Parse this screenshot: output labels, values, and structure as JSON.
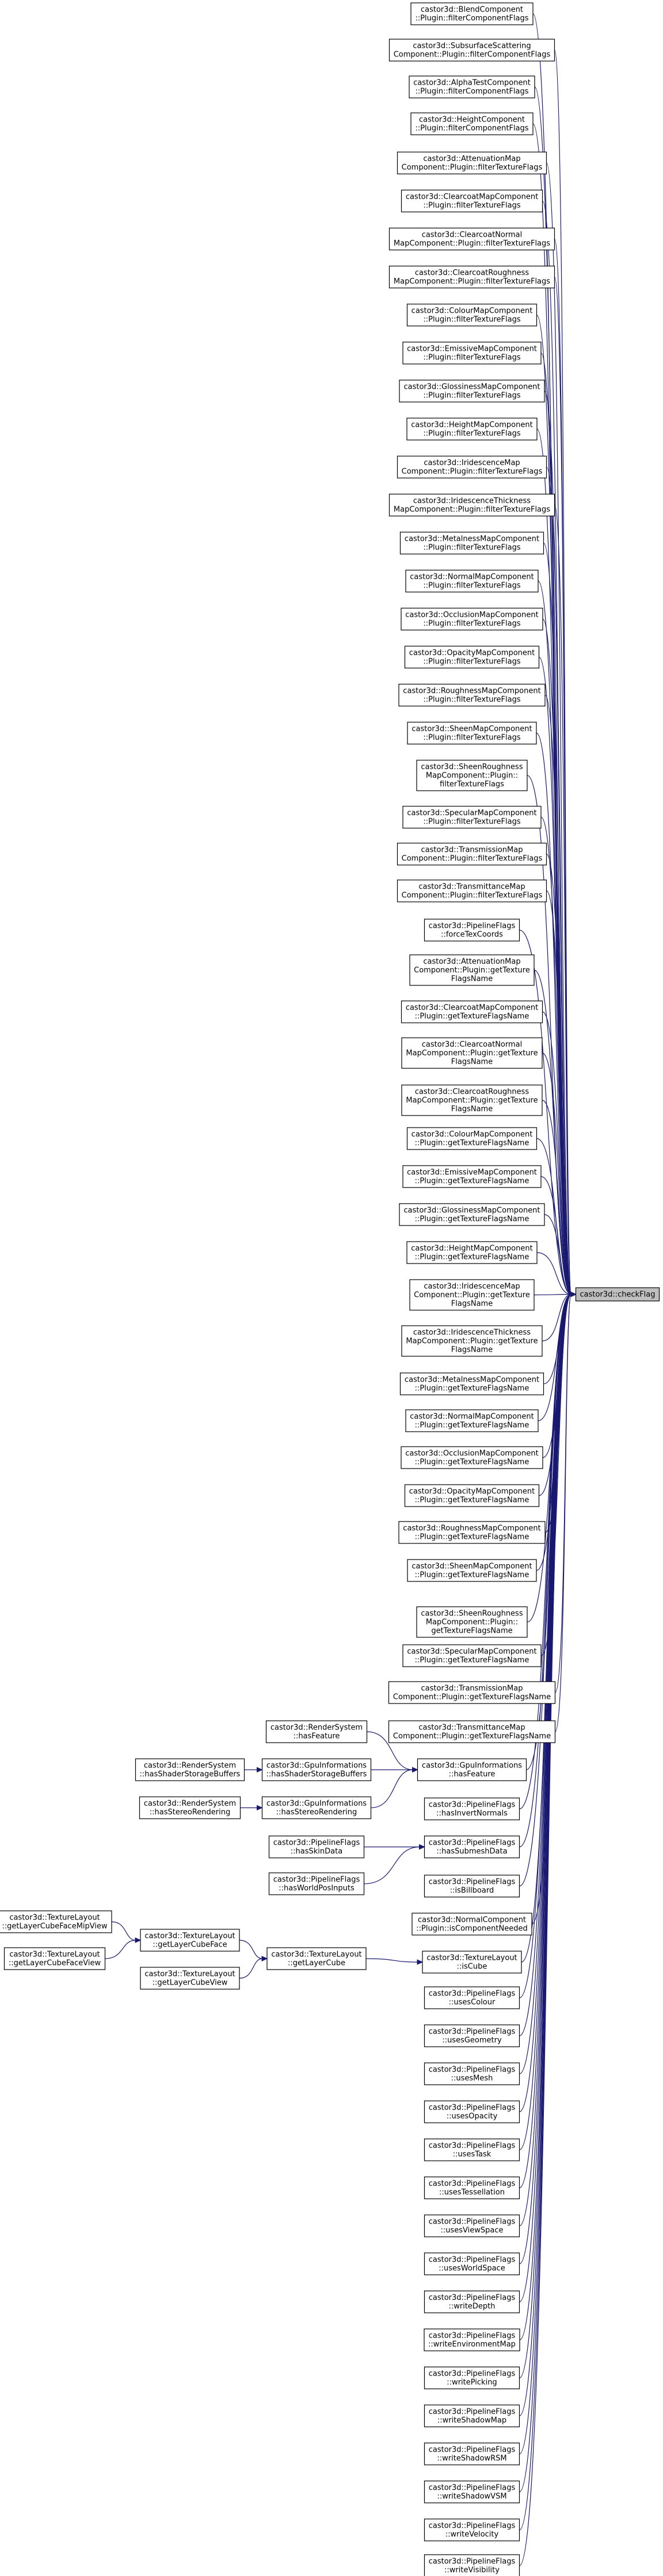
{
  "target": {
    "id": "checkFlag",
    "lines": [
      "castor3d::checkFlag"
    ]
  },
  "nodes": [
    {
      "id": "n01",
      "lines": [
        "castor3d::BlendComponent",
        "::Plugin::filterComponentFlags"
      ]
    },
    {
      "id": "n02",
      "lines": [
        "castor3d::SubsurfaceScattering",
        "Component::Plugin::filterComponentFlags"
      ]
    },
    {
      "id": "n03",
      "lines": [
        "castor3d::AlphaTestComponent",
        "::Plugin::filterComponentFlags"
      ]
    },
    {
      "id": "n04",
      "lines": [
        "castor3d::HeightComponent",
        "::Plugin::filterComponentFlags"
      ]
    },
    {
      "id": "n05",
      "lines": [
        "castor3d::AttenuationMap",
        "Component::Plugin::filterTextureFlags"
      ]
    },
    {
      "id": "n06",
      "lines": [
        "castor3d::ClearcoatMapComponent",
        "::Plugin::filterTextureFlags"
      ]
    },
    {
      "id": "n07",
      "lines": [
        "castor3d::ClearcoatNormal",
        "MapComponent::Plugin::filterTextureFlags"
      ]
    },
    {
      "id": "n08",
      "lines": [
        "castor3d::ClearcoatRoughness",
        "MapComponent::Plugin::filterTextureFlags"
      ]
    },
    {
      "id": "n09",
      "lines": [
        "castor3d::ColourMapComponent",
        "::Plugin::filterTextureFlags"
      ]
    },
    {
      "id": "n10",
      "lines": [
        "castor3d::EmissiveMapComponent",
        "::Plugin::filterTextureFlags"
      ]
    },
    {
      "id": "n11",
      "lines": [
        "castor3d::GlossinessMapComponent",
        "::Plugin::filterTextureFlags"
      ]
    },
    {
      "id": "n12",
      "lines": [
        "castor3d::HeightMapComponent",
        "::Plugin::filterTextureFlags"
      ]
    },
    {
      "id": "n13",
      "lines": [
        "castor3d::IridescenceMap",
        "Component::Plugin::filterTextureFlags"
      ]
    },
    {
      "id": "n14",
      "lines": [
        "castor3d::IridescenceThickness",
        "MapComponent::Plugin::filterTextureFlags"
      ]
    },
    {
      "id": "n15",
      "lines": [
        "castor3d::MetalnessMapComponent",
        "::Plugin::filterTextureFlags"
      ]
    },
    {
      "id": "n16",
      "lines": [
        "castor3d::NormalMapComponent",
        "::Plugin::filterTextureFlags"
      ]
    },
    {
      "id": "n17",
      "lines": [
        "castor3d::OcclusionMapComponent",
        "::Plugin::filterTextureFlags"
      ]
    },
    {
      "id": "n18",
      "lines": [
        "castor3d::OpacityMapComponent",
        "::Plugin::filterTextureFlags"
      ]
    },
    {
      "id": "n19",
      "lines": [
        "castor3d::RoughnessMapComponent",
        "::Plugin::filterTextureFlags"
      ]
    },
    {
      "id": "n20",
      "lines": [
        "castor3d::SheenMapComponent",
        "::Plugin::filterTextureFlags"
      ]
    },
    {
      "id": "n21",
      "lines": [
        "castor3d::SheenRoughness",
        "MapComponent::Plugin::",
        "filterTextureFlags"
      ]
    },
    {
      "id": "n22",
      "lines": [
        "castor3d::SpecularMapComponent",
        "::Plugin::filterTextureFlags"
      ]
    },
    {
      "id": "n23",
      "lines": [
        "castor3d::TransmissionMap",
        "Component::Plugin::filterTextureFlags"
      ]
    },
    {
      "id": "n24",
      "lines": [
        "castor3d::TransmittanceMap",
        "Component::Plugin::filterTextureFlags"
      ]
    },
    {
      "id": "n25",
      "lines": [
        "castor3d::PipelineFlags",
        "::forceTexCoords"
      ]
    },
    {
      "id": "n26",
      "lines": [
        "castor3d::AttenuationMap",
        "Component::Plugin::getTexture",
        "FlagsName"
      ]
    },
    {
      "id": "n27",
      "lines": [
        "castor3d::ClearcoatMapComponent",
        "::Plugin::getTextureFlagsName"
      ]
    },
    {
      "id": "n28",
      "lines": [
        "castor3d::ClearcoatNormal",
        "MapComponent::Plugin::getTexture",
        "FlagsName"
      ]
    },
    {
      "id": "n29",
      "lines": [
        "castor3d::ClearcoatRoughness",
        "MapComponent::Plugin::getTexture",
        "FlagsName"
      ]
    },
    {
      "id": "n30",
      "lines": [
        "castor3d::ColourMapComponent",
        "::Plugin::getTextureFlagsName"
      ]
    },
    {
      "id": "n31",
      "lines": [
        "castor3d::EmissiveMapComponent",
        "::Plugin::getTextureFlagsName"
      ]
    },
    {
      "id": "n32",
      "lines": [
        "castor3d::GlossinessMapComponent",
        "::Plugin::getTextureFlagsName"
      ]
    },
    {
      "id": "n33",
      "lines": [
        "castor3d::HeightMapComponent",
        "::Plugin::getTextureFlagsName"
      ]
    },
    {
      "id": "n34",
      "lines": [
        "castor3d::IridescenceMap",
        "Component::Plugin::getTexture",
        "FlagsName"
      ]
    },
    {
      "id": "n35",
      "lines": [
        "castor3d::IridescenceThickness",
        "MapComponent::Plugin::getTexture",
        "FlagsName"
      ]
    },
    {
      "id": "n36",
      "lines": [
        "castor3d::MetalnessMapComponent",
        "::Plugin::getTextureFlagsName"
      ]
    },
    {
      "id": "n37",
      "lines": [
        "castor3d::NormalMapComponent",
        "::Plugin::getTextureFlagsName"
      ]
    },
    {
      "id": "n38",
      "lines": [
        "castor3d::OcclusionMapComponent",
        "::Plugin::getTextureFlagsName"
      ]
    },
    {
      "id": "n39",
      "lines": [
        "castor3d::OpacityMapComponent",
        "::Plugin::getTextureFlagsName"
      ]
    },
    {
      "id": "n40",
      "lines": [
        "castor3d::RoughnessMapComponent",
        "::Plugin::getTextureFlagsName"
      ]
    },
    {
      "id": "n41",
      "lines": [
        "castor3d::SheenMapComponent",
        "::Plugin::getTextureFlagsName"
      ]
    },
    {
      "id": "n42",
      "lines": [
        "castor3d::SheenRoughness",
        "MapComponent::Plugin::",
        "getTextureFlagsName"
      ]
    },
    {
      "id": "n43",
      "lines": [
        "castor3d::SpecularMapComponent",
        "::Plugin::getTextureFlagsName"
      ]
    },
    {
      "id": "n44",
      "lines": [
        "castor3d::TransmissionMap",
        "Component::Plugin::getTextureFlagsName"
      ]
    },
    {
      "id": "n45",
      "lines": [
        "castor3d::TransmittanceMap",
        "Component::Plugin::getTextureFlagsName"
      ]
    },
    {
      "id": "n46",
      "lines": [
        "castor3d::GpuInformations",
        "::hasFeature"
      ]
    },
    {
      "id": "n47",
      "lines": [
        "castor3d::PipelineFlags",
        "::hasInvertNormals"
      ]
    },
    {
      "id": "n48",
      "lines": [
        "castor3d::PipelineFlags",
        "::hasSubmeshData"
      ]
    },
    {
      "id": "n49",
      "lines": [
        "castor3d::PipelineFlags",
        "::isBillboard"
      ]
    },
    {
      "id": "n50",
      "lines": [
        "castor3d::NormalComponent",
        "::Plugin::isComponentNeeded"
      ]
    },
    {
      "id": "n51",
      "lines": [
        "castor3d::TextureLayout",
        "::isCube"
      ]
    },
    {
      "id": "n52",
      "lines": [
        "castor3d::PipelineFlags",
        "::usesColour"
      ]
    },
    {
      "id": "n53",
      "lines": [
        "castor3d::PipelineFlags",
        "::usesGeometry"
      ]
    },
    {
      "id": "n54",
      "lines": [
        "castor3d::PipelineFlags",
        "::usesMesh"
      ]
    },
    {
      "id": "n55",
      "lines": [
        "castor3d::PipelineFlags",
        "::usesOpacity"
      ]
    },
    {
      "id": "n56",
      "lines": [
        "castor3d::PipelineFlags",
        "::usesTask"
      ]
    },
    {
      "id": "n57",
      "lines": [
        "castor3d::PipelineFlags",
        "::usesTessellation"
      ]
    },
    {
      "id": "n58",
      "lines": [
        "castor3d::PipelineFlags",
        "::usesViewSpace"
      ]
    },
    {
      "id": "n59",
      "lines": [
        "castor3d::PipelineFlags",
        "::usesWorldSpace"
      ]
    },
    {
      "id": "n60",
      "lines": [
        "castor3d::PipelineFlags",
        "::writeDepth"
      ]
    },
    {
      "id": "n61",
      "lines": [
        "castor3d::PipelineFlags",
        "::writeEnvironmentMap"
      ]
    },
    {
      "id": "n62",
      "lines": [
        "castor3d::PipelineFlags",
        "::writePicking"
      ]
    },
    {
      "id": "n63",
      "lines": [
        "castor3d::PipelineFlags",
        "::writeShadowMap"
      ]
    },
    {
      "id": "n64",
      "lines": [
        "castor3d::PipelineFlags",
        "::writeShadowRSM"
      ]
    },
    {
      "id": "n65",
      "lines": [
        "castor3d::PipelineFlags",
        "::writeShadowVSM"
      ]
    },
    {
      "id": "n66",
      "lines": [
        "castor3d::PipelineFlags",
        "::writeVelocity"
      ]
    },
    {
      "id": "n67",
      "lines": [
        "castor3d::PipelineFlags",
        "::writeVisibility"
      ]
    },
    {
      "id": "m1",
      "lines": [
        "castor3d::RenderSystem",
        "::hasFeature"
      ]
    },
    {
      "id": "m2",
      "lines": [
        "castor3d::GpuInformations",
        "::hasShaderStorageBuffers"
      ]
    },
    {
      "id": "m3",
      "lines": [
        "castor3d::GpuInformations",
        "::hasStereoRendering"
      ]
    },
    {
      "id": "m4",
      "lines": [
        "castor3d::PipelineFlags",
        "::hasSkinData"
      ]
    },
    {
      "id": "m5",
      "lines": [
        "castor3d::PipelineFlags",
        "::hasWorldPosInputs"
      ]
    },
    {
      "id": "m6",
      "lines": [
        "castor3d::TextureLayout",
        "::getLayerCube"
      ]
    },
    {
      "id": "l1",
      "lines": [
        "castor3d::RenderSystem",
        "::hasShaderStorageBuffers"
      ]
    },
    {
      "id": "l2",
      "lines": [
        "castor3d::RenderSystem",
        "::hasStereoRendering"
      ]
    },
    {
      "id": "l3",
      "lines": [
        "castor3d::TextureLayout",
        "::getLayerCubeFace"
      ]
    },
    {
      "id": "l4",
      "lines": [
        "castor3d::TextureLayout",
        "::getLayerCubeView"
      ]
    },
    {
      "id": "k1",
      "lines": [
        "castor3d::TextureLayout",
        "::getLayerCubeFaceMipView"
      ]
    },
    {
      "id": "k2",
      "lines": [
        "castor3d::TextureLayout",
        "::getLayerCubeFaceView"
      ]
    }
  ],
  "edges": [
    [
      "n01",
      "checkFlag"
    ],
    [
      "n02",
      "checkFlag"
    ],
    [
      "n03",
      "checkFlag"
    ],
    [
      "n04",
      "checkFlag"
    ],
    [
      "n05",
      "checkFlag"
    ],
    [
      "n06",
      "checkFlag"
    ],
    [
      "n07",
      "checkFlag"
    ],
    [
      "n08",
      "checkFlag"
    ],
    [
      "n09",
      "checkFlag"
    ],
    [
      "n10",
      "checkFlag"
    ],
    [
      "n11",
      "checkFlag"
    ],
    [
      "n12",
      "checkFlag"
    ],
    [
      "n13",
      "checkFlag"
    ],
    [
      "n14",
      "checkFlag"
    ],
    [
      "n15",
      "checkFlag"
    ],
    [
      "n16",
      "checkFlag"
    ],
    [
      "n17",
      "checkFlag"
    ],
    [
      "n18",
      "checkFlag"
    ],
    [
      "n19",
      "checkFlag"
    ],
    [
      "n20",
      "checkFlag"
    ],
    [
      "n21",
      "checkFlag"
    ],
    [
      "n22",
      "checkFlag"
    ],
    [
      "n23",
      "checkFlag"
    ],
    [
      "n24",
      "checkFlag"
    ],
    [
      "n25",
      "checkFlag"
    ],
    [
      "n26",
      "checkFlag"
    ],
    [
      "n27",
      "checkFlag"
    ],
    [
      "n28",
      "checkFlag"
    ],
    [
      "n29",
      "checkFlag"
    ],
    [
      "n30",
      "checkFlag"
    ],
    [
      "n31",
      "checkFlag"
    ],
    [
      "n32",
      "checkFlag"
    ],
    [
      "n33",
      "checkFlag"
    ],
    [
      "n34",
      "checkFlag"
    ],
    [
      "n35",
      "checkFlag"
    ],
    [
      "n36",
      "checkFlag"
    ],
    [
      "n37",
      "checkFlag"
    ],
    [
      "n38",
      "checkFlag"
    ],
    [
      "n39",
      "checkFlag"
    ],
    [
      "n40",
      "checkFlag"
    ],
    [
      "n41",
      "checkFlag"
    ],
    [
      "n42",
      "checkFlag"
    ],
    [
      "n43",
      "checkFlag"
    ],
    [
      "n44",
      "checkFlag"
    ],
    [
      "n45",
      "checkFlag"
    ],
    [
      "n46",
      "checkFlag"
    ],
    [
      "n47",
      "checkFlag"
    ],
    [
      "n48",
      "checkFlag"
    ],
    [
      "n49",
      "checkFlag"
    ],
    [
      "n50",
      "checkFlag"
    ],
    [
      "n51",
      "checkFlag"
    ],
    [
      "n52",
      "checkFlag"
    ],
    [
      "n53",
      "checkFlag"
    ],
    [
      "n54",
      "checkFlag"
    ],
    [
      "n55",
      "checkFlag"
    ],
    [
      "n56",
      "checkFlag"
    ],
    [
      "n57",
      "checkFlag"
    ],
    [
      "n58",
      "checkFlag"
    ],
    [
      "n59",
      "checkFlag"
    ],
    [
      "n60",
      "checkFlag"
    ],
    [
      "n61",
      "checkFlag"
    ],
    [
      "n62",
      "checkFlag"
    ],
    [
      "n63",
      "checkFlag"
    ],
    [
      "n64",
      "checkFlag"
    ],
    [
      "n65",
      "checkFlag"
    ],
    [
      "n66",
      "checkFlag"
    ],
    [
      "n67",
      "checkFlag"
    ],
    [
      "m1",
      "n46"
    ],
    [
      "m2",
      "n46"
    ],
    [
      "m3",
      "n46"
    ],
    [
      "m4",
      "n48"
    ],
    [
      "m5",
      "n48"
    ],
    [
      "m6",
      "n51"
    ],
    [
      "l1",
      "m2"
    ],
    [
      "l2",
      "m3"
    ],
    [
      "l3",
      "m6"
    ],
    [
      "l4",
      "m6"
    ],
    [
      "k1",
      "l3"
    ],
    [
      "k2",
      "l3"
    ]
  ]
}
